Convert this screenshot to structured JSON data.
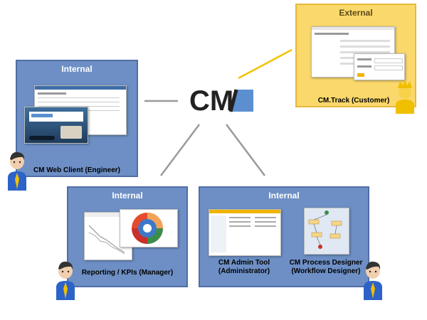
{
  "logo": {
    "text": "CM",
    "colors": {
      "text": "#222222",
      "square": "#5b8fd0"
    }
  },
  "panels": [
    {
      "id": "web-client",
      "title": "Internal",
      "label": "CM Web Client (Engineer)"
    },
    {
      "id": "external",
      "title": "External",
      "label": "CM.Track (Customer)"
    },
    {
      "id": "reporting",
      "title": "Internal",
      "label": "Reporting / KPIs (Manager)"
    },
    {
      "id": "admin",
      "title": "Internal",
      "admin_label": "CM Admin Tool\n(Administrator)",
      "designer_label": "CM Process Designer\n(Workflow Designer)"
    }
  ],
  "colors": {
    "internal": "#6d8fc5",
    "external": "#fbd86b",
    "connector": "#a9a9a9",
    "connector_external": "#f3c200"
  },
  "icons": [
    "engineer-person-icon",
    "manager-person-icon",
    "designer-person-icon",
    "customer-crown-person-icon"
  ]
}
